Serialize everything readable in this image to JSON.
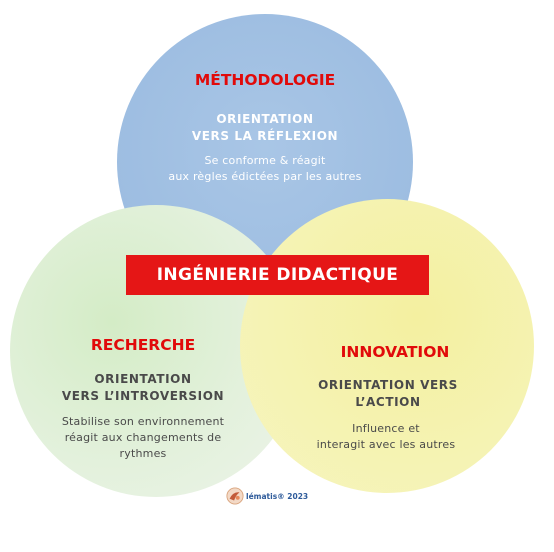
{
  "diagram": {
    "center_label": "INGÉNIERIE DIDACTIQUE",
    "circles": {
      "top": {
        "title": "MÉTHODOLOGIE",
        "orientation": [
          "ORIENTATION",
          "VERS LA RÉFLEXION"
        ],
        "description": [
          "Se conforme & réagit",
          "aux règles édictées par les autres"
        ],
        "color": "#9dbde1"
      },
      "left": {
        "title": "RECHERCHE",
        "orientation": [
          "ORIENTATION",
          "VERS L’INTROVERSION"
        ],
        "description": [
          "Stabilise son environnement",
          "réagit aux changements de",
          "rythmes"
        ],
        "color": "#e3f1dc"
      },
      "right": {
        "title": "INNOVATION",
        "orientation": [
          "ORIENTATION VERS",
          "L’ACTION"
        ],
        "description": [
          "Influence et",
          "interagit avec les autres"
        ],
        "color": "#f5f3b2"
      }
    },
    "accent_color": "#e51616",
    "credit": "lématis® 2023"
  }
}
